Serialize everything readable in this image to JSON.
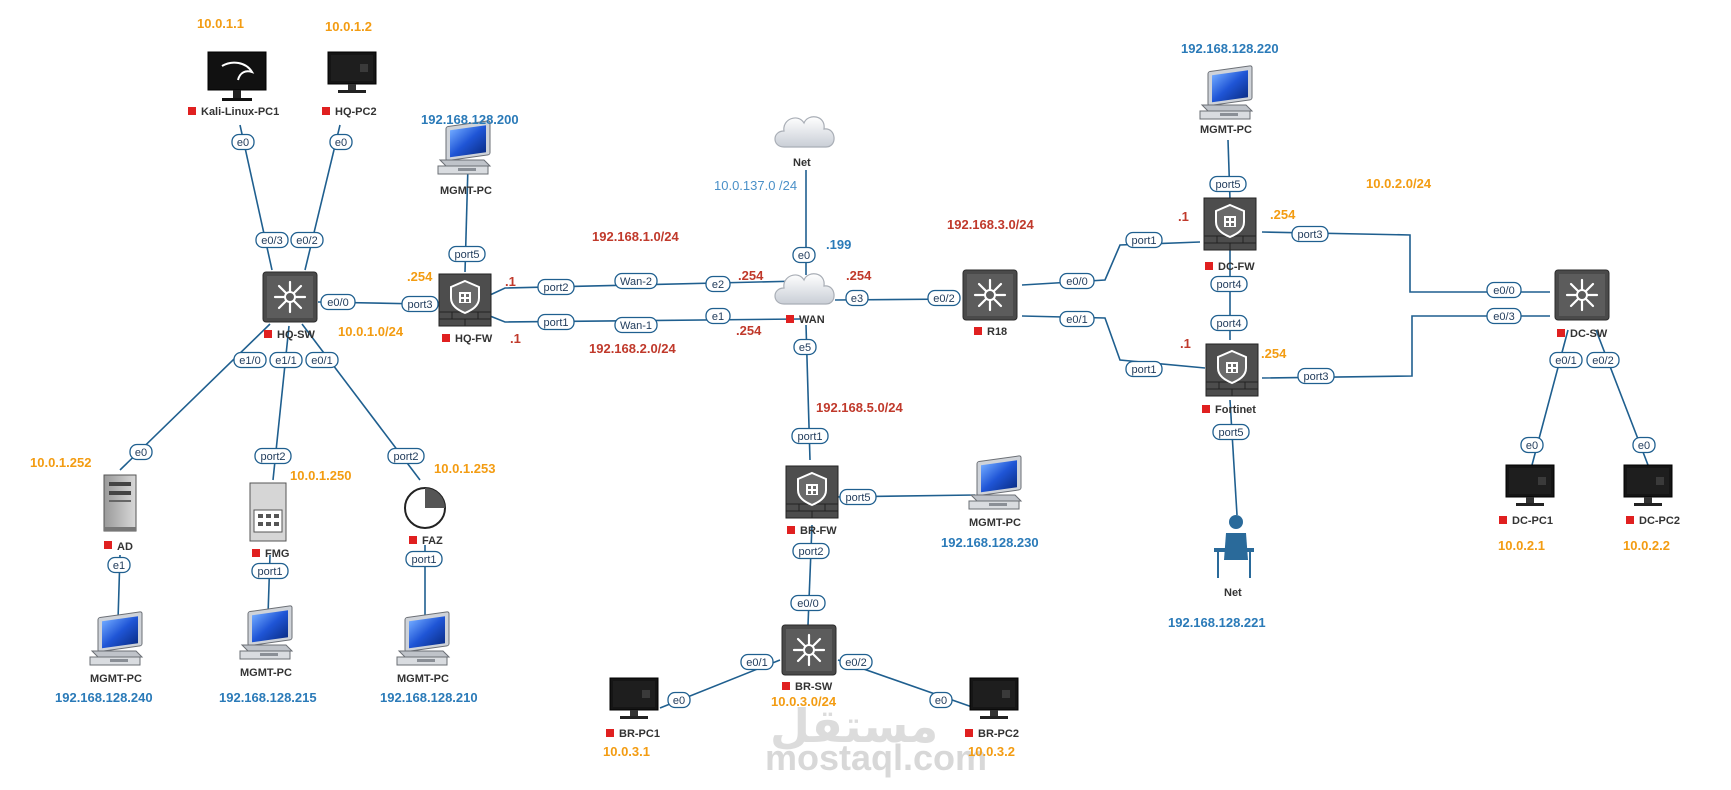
{
  "nodes": {
    "kali": "Kali-Linux-PC1",
    "hq_pc2": "HQ-PC2",
    "hq_sw": "HQ-SW",
    "hq_fw": "HQ-FW",
    "hq_mgmt": "MGMT-PC",
    "ad": "AD",
    "fmg": "FMG",
    "faz": "FAZ",
    "ad_mgmt": "MGMT-PC",
    "fmg_mgmt": "MGMT-PC",
    "faz_mgmt": "MGMT-PC",
    "net_cloud": "Net",
    "wan": "WAN",
    "r18": "R18",
    "dc_fw": "DC-FW",
    "fortinet": "Fortinet",
    "dc_mgmt": "MGMT-PC",
    "net_user": "Net",
    "dc_sw": "DC-SW",
    "dc_pc1": "DC-PC1",
    "dc_pc2": "DC-PC2",
    "br_fw": "BR-FW",
    "br_mgmt": "MGMT-PC",
    "br_sw": "BR-SW",
    "br_pc1": "BR-PC1",
    "br_pc2": "BR-PC2"
  },
  "ports": {
    "kali_e0": "e0",
    "hqpc2_e0": "e0",
    "hqsw_e03": "e0/3",
    "hqsw_e02": "e0/2",
    "hqsw_e00": "e0/0",
    "hqsw_e10": "e1/0",
    "hqsw_e11": "e1/1",
    "hqsw_e01": "e0/1",
    "hqfw_port3": "port3",
    "hqfw_port5": "port5",
    "hqfw_port2": "port2",
    "hqfw_port1": "port1",
    "wan2": "Wan-2",
    "wan1": "Wan-1",
    "wan_e2": "e2",
    "wan_e1": "e1",
    "wan_e0": "e0",
    "wan_e3": "e3",
    "wan_e5": "e5",
    "r18_e02": "e0/2",
    "r18_e00": "e0/0",
    "r18_e01": "e0/1",
    "dcfw_port1": "port1",
    "dcfw_port5": "port5",
    "dcfw_port3": "port3",
    "dcfw_port4": "port4",
    "fort_port4": "port4",
    "fort_port1": "port1",
    "fort_port3": "port3",
    "fort_port5": "port5",
    "dcsw_e00": "e0/0",
    "dcsw_e03": "e0/3",
    "dcsw_e01": "e0/1",
    "dcsw_e02": "e0/2",
    "dcpc1_e0": "e0",
    "dcpc2_e0": "e0",
    "ad_e0": "e0",
    "ad_e1": "e1",
    "fmg_port2": "port2",
    "fmg_port1": "port1",
    "faz_port2": "port2",
    "faz_port1": "port1",
    "brfw_port1": "port1",
    "brfw_port5": "port5",
    "brfw_port2": "port2",
    "brsw_e00": "e0/0",
    "brsw_e01": "e0/1",
    "brsw_e02": "e0/2",
    "brpc1_e0": "e0",
    "brpc2_e0": "e0"
  },
  "labels": {
    "ip_kali": "10.0.1.1",
    "ip_hqpc2": "10.0.1.2",
    "mgmt_hq": "192.168.128.200",
    "hq_fw_254": ".254",
    "hq_lan": "10.0.1.0/24",
    "hq_fw_1a": ".1",
    "hq_fw_1b": ".1",
    "net_192_1": "192.168.1.0/24",
    "net_192_2": "192.168.2.0/24",
    "wan_254a": ".254",
    "wan_254b": ".254",
    "wan_254c": ".254",
    "net_cloud_subnet": "10.0.137.0 /24",
    "wan_199": ".199",
    "net_192_3": "192.168.3.0/24",
    "net_192_5": "192.168.5.0/24",
    "mgmt_dc": "192.168.128.220",
    "dcfw_1": ".1",
    "dcfw_254": ".254",
    "dc_lan": "10.0.2.0/24",
    "fort_1": ".1",
    "fort_254": ".254",
    "ip_ad": "10.0.1.252",
    "ip_fmg": "10.0.1.250",
    "ip_faz": "10.0.1.253",
    "mgmt_ad": "192.168.128.240",
    "mgmt_fmg": "192.168.128.215",
    "mgmt_faz": "192.168.128.210",
    "mgmt_br": "192.168.128.230",
    "mgmt_net": "192.168.128.221",
    "br_lan": "10.0.3.0/24",
    "ip_brpc1": "10.0.3.1",
    "ip_brpc2": "10.0.3.2",
    "ip_dcpc1": "10.0.2.1",
    "ip_dcpc2": "10.0.2.2"
  },
  "watermark": {
    "arabic": "مستقل",
    "latin": "mostaql.com"
  },
  "colors": {
    "link": "#1f5f8f",
    "orange": "#f39c12",
    "red": "#c0392b",
    "blue": "#2a7ab8",
    "status": "#e02020"
  }
}
